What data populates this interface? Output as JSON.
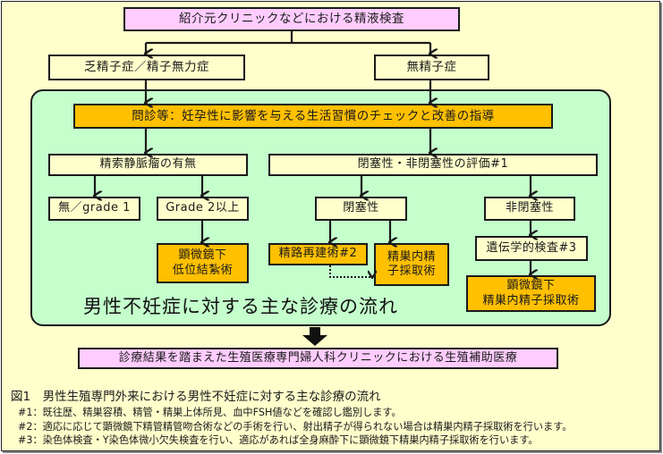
{
  "diagram": {
    "top_box": "紹介元クリニックなどにおける精液検査",
    "branch_left": "乏精子症／精子無力症",
    "branch_right": "無精子症",
    "interview_bar": "問診等：妊孕性に影響を与える生活習慣のチェックと改善の指導",
    "varicocele": {
      "header": "精索静脈瘤の有無",
      "none": "無／grade 1",
      "grade2": "Grade 2以上",
      "treatment": "顕微鏡下\n低位結紮術"
    },
    "obstruction": {
      "header": "閉塞性・非閉塞性の評価#1",
      "obstructive": "閉塞性",
      "non_obstructive": "非閉塞性",
      "reconstruction": "精路再建術#2",
      "tese": "精巣内精\n子採取術",
      "genetic_test": "遺伝学的検査#3",
      "micro_tese": "顕微鏡下\n精巣内精子採取術"
    },
    "flow_title": "男性不妊症に対する主な診療の流れ",
    "final_box": "診療結果を踏まえた生殖医療専門婦人科クリニックにおける生殖補助医療"
  },
  "caption": {
    "title": "図1　男性生殖専門外来における男性不妊症に対する主な診療の流れ",
    "notes": [
      "#1：既往歴、精巣容積、精管・精巣上体所見、血中FSH値などを確認し鑑別します。",
      "#2：適応に応じて顕微鏡下精管精管吻合術などの手術を行い、射出精子が得られない場合は精巣内精子採取術を行います。",
      "#3：染色体検査・Y染色体微小欠失検査を行い、適応があれば全身麻酔下に顕微鏡下精巣内精子採取術を行います。"
    ]
  },
  "colors": {
    "background": "#ffffcc",
    "panel": "#c4ffcc",
    "pink_box": "#ffccff",
    "orange_box": "#ffc000",
    "cream_box": "#ffffcc",
    "line": "#1a1a1a"
  }
}
